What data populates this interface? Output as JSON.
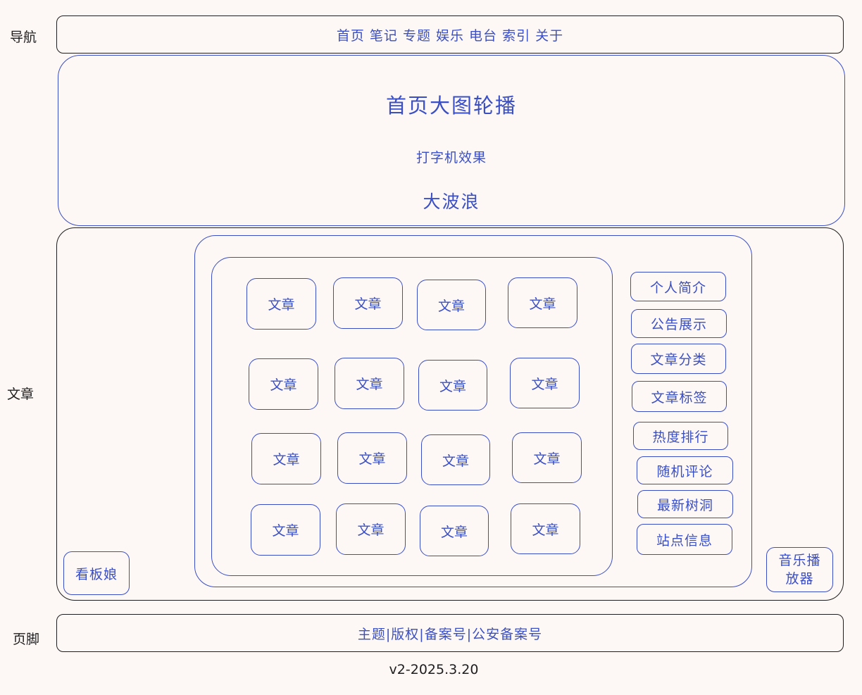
{
  "labels": {
    "nav": "导航",
    "article": "文章",
    "footer": "页脚"
  },
  "nav_bar": {
    "text": "首页 笔记 专题 娱乐 电台 索引 关于"
  },
  "hero": {
    "title": "首页大图轮播",
    "typewriter": "打字机效果",
    "waves": "大波浪"
  },
  "articles": {
    "card_label": "文章"
  },
  "sidebar": {
    "items": [
      "个人简介",
      "公告展示",
      "文章分类",
      "文章标签",
      "热度排行",
      "随机评论",
      "最新树洞",
      "站点信息"
    ]
  },
  "mascot": "看板娘",
  "music_player": "音乐播\n放器",
  "footer_bar": {
    "text": "主题|版权|备案号|公安备案号"
  },
  "version": "v2-2025.3.20",
  "colors": {
    "background": "#fdf8f6",
    "stroke_black": "#1e1e1e",
    "stroke_blue": "#3b4fc4"
  }
}
